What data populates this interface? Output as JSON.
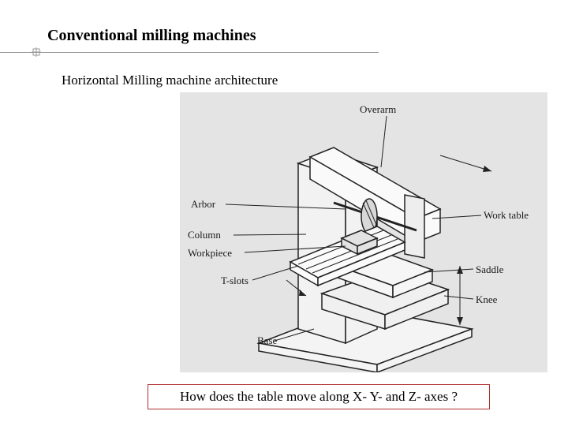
{
  "slide": {
    "title": "Conventional milling machines",
    "subtitle": "Horizontal Milling machine architecture",
    "question": "How does the table move along X- Y- and Z- axes ?"
  },
  "figure": {
    "labels": {
      "overarm": "Overarm",
      "arbor": "Arbor",
      "column": "Column",
      "workpiece": "Workpiece",
      "tslots": "T-slots",
      "base": "Base",
      "work_table": "Work table",
      "saddle": "Saddle",
      "knee": "Knee"
    }
  },
  "colors": {
    "question_border": "#b03030",
    "rule": "#9a9a9a",
    "figure_bg": "#e4e4e4"
  }
}
